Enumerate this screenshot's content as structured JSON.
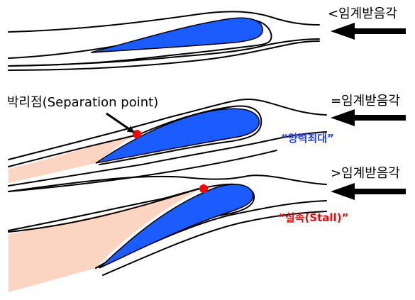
{
  "colors": {
    "airfoil": "#1a5cff",
    "wake": "#fcd5c2",
    "separation_point": "#ff0000",
    "lift_max_text": "#1f3fff",
    "stall_text": "#ff0000"
  },
  "panels": [
    {
      "condition_label": "<임계받음각"
    },
    {
      "condition_label": "=임계받음각",
      "annotation": "“양력최대”"
    },
    {
      "condition_label": ">임계받음각",
      "annotation": "“실속(Stall)”"
    }
  ],
  "separation_label": "박리점(Separation point)"
}
